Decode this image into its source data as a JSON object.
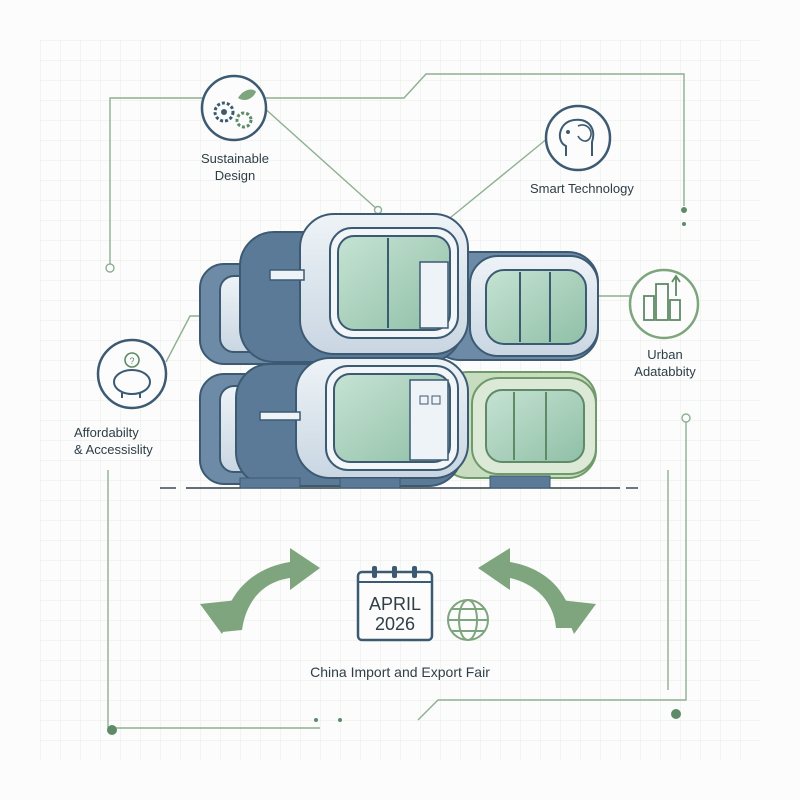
{
  "features": {
    "sustainable": {
      "line1": "Sustainable",
      "line2": "Design",
      "icon": "gear-leaf-icon"
    },
    "smart": {
      "label": "Smart Technology",
      "icon": "head-brain-icon"
    },
    "urban": {
      "line1": "Urban",
      "line2": "Adatabbity",
      "icon": "city-buildings-icon"
    },
    "affordability": {
      "line1": "Affordabilty",
      "line2": "& Accessislity",
      "icon": "piggy-bank-icon"
    }
  },
  "event": {
    "month": "APRIL",
    "year": "2026",
    "name": "China Import and Export Fair",
    "calendar_icon": "calendar-icon",
    "globe_icon": "globe-icon"
  },
  "colors": {
    "navy": "#3d5a73",
    "sage": "#7ea57e",
    "pod_body": "#dde6ee",
    "pod_dark": "#5b7a98",
    "glass": "#a9d1bc",
    "grid": "#eef1ee"
  }
}
